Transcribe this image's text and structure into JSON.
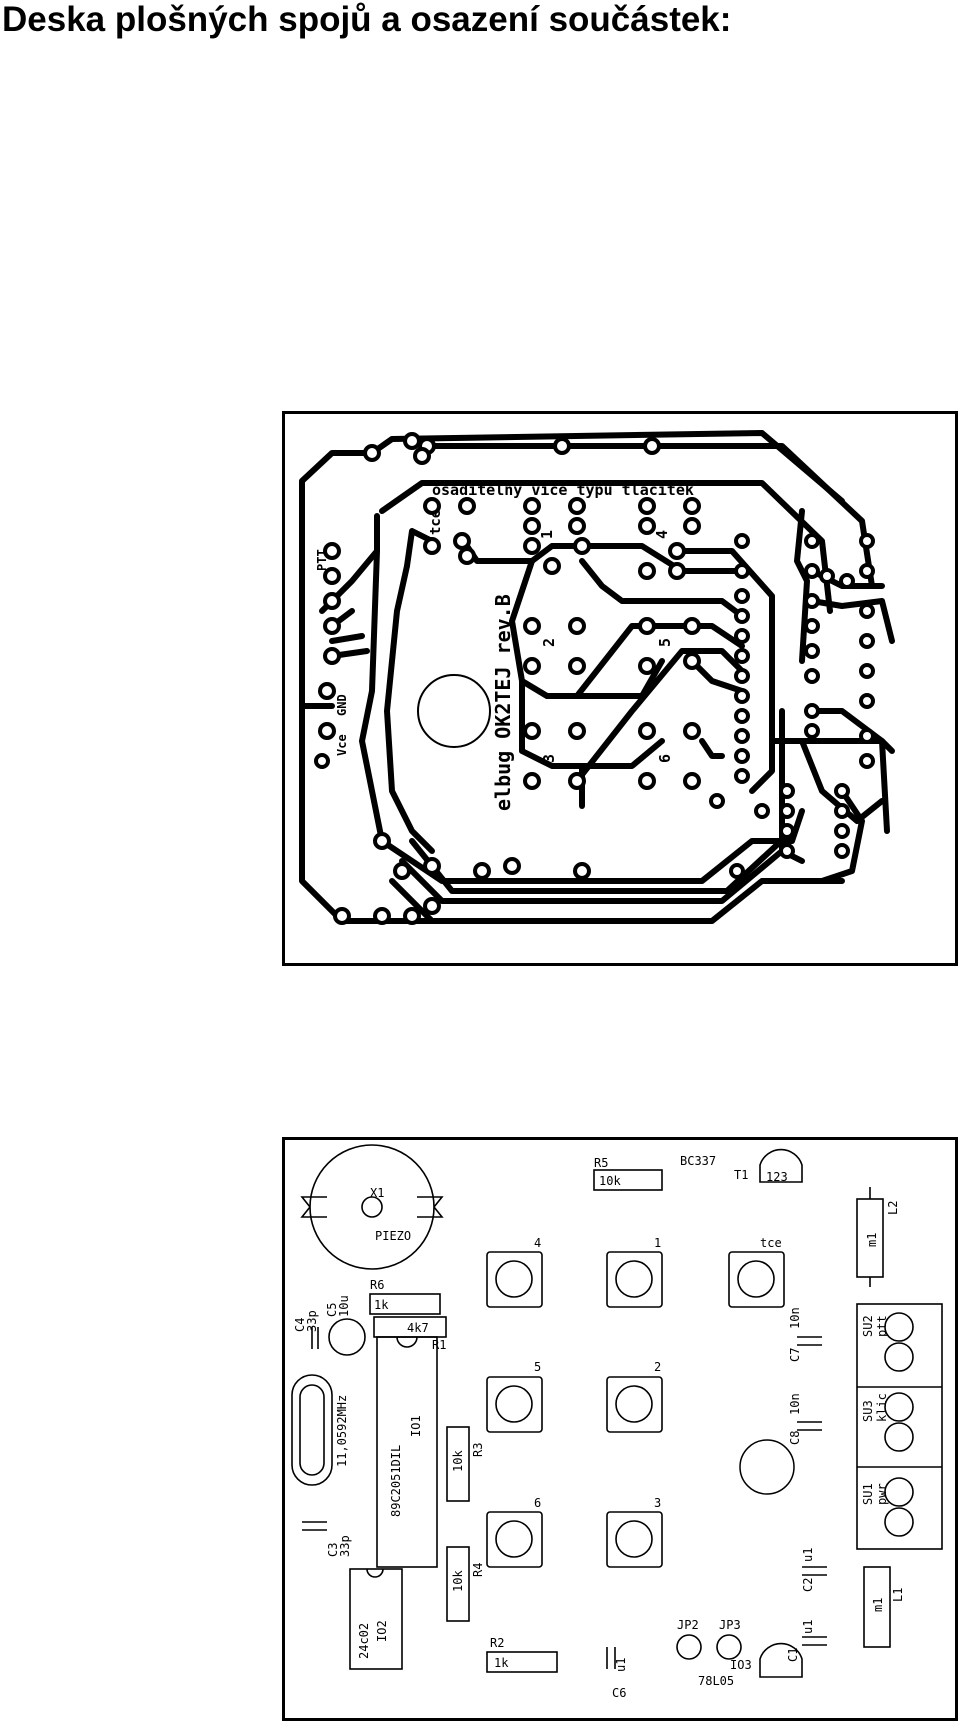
{
  "page": {
    "title": "Deska plošných spojů a osazení součástek:"
  },
  "pcb_figure": {
    "header_text": "osaditelny vice typu tlacitek",
    "board_label": "elbug OK2TEJ rev.B",
    "button_labels": [
      "tce",
      "1",
      "4",
      "2",
      "5",
      "3",
      "6"
    ],
    "side_text_1": "Vce",
    "side_text_2": "GND",
    "side_text_3": "PTT"
  },
  "layout_figure": {
    "labels": {
      "x1": "X1",
      "piezo": "PIEZO",
      "r5": "R5",
      "r5_value": "10k",
      "t1_type": "BC337",
      "t1": "T1",
      "t1_pins": "123",
      "l2": "L2",
      "l2_value": "m1",
      "c4": "C4",
      "c4_value": "33p",
      "c5": "C5",
      "c5_value": "10u",
      "r6": "R6",
      "r6_value": "1k",
      "r1": "R1",
      "r1_value": "4k7",
      "crystal": "11,0592MHz",
      "io1": "IO1",
      "io1_type": "89C2051DIL",
      "r3": "R3",
      "r3_value": "10k",
      "r4": "R4",
      "r4_value": "10k",
      "c3": "C3",
      "c3_value": "33p",
      "io2": "IO2",
      "io2_type": "24c02",
      "r2": "R2",
      "r2_value": "1k",
      "c6": "C6",
      "c6_value": "u1",
      "jp2": "JP2",
      "jp3": "JP3",
      "io3": "IO3",
      "io3_type": "78L05",
      "c7": "C7",
      "c7_value": "10n",
      "c8": "C8",
      "c8_value": "10n",
      "c2": "C2",
      "c2_value": "u1",
      "c1": "C1",
      "c1_value": "u1",
      "l1": "L1",
      "l1_value": "m1",
      "su2": "SU2",
      "su2_text": "ptt",
      "su3": "SU3",
      "su3_text": "klic",
      "su1": "SU1",
      "su1_text": "pwr",
      "btn_4": "4",
      "btn_1": "1",
      "btn_tce": "tce",
      "btn_5": "5",
      "btn_2": "2",
      "btn_6": "6",
      "btn_3": "3"
    }
  }
}
